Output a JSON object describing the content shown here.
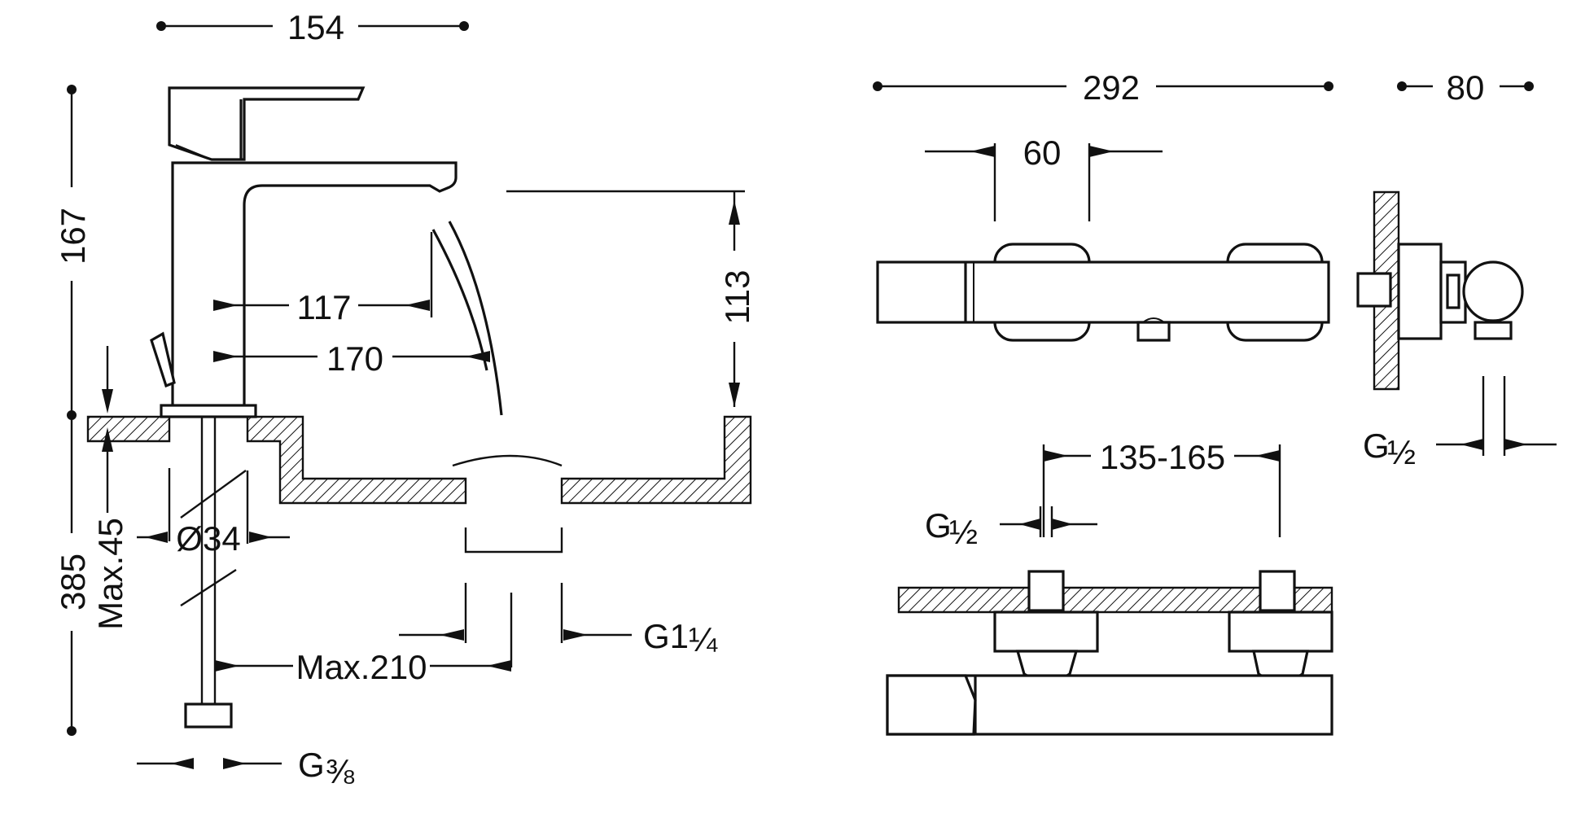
{
  "dimensions": {
    "basin_width": "154",
    "basin_height": "167",
    "spout_reach": "117",
    "spout_total": "170",
    "spout_clearance": "113",
    "total_length": "385",
    "max_deck": "Max.45",
    "bore": "Ø34",
    "max_hose": "Max.210",
    "drain_thread_main": "G1",
    "drain_thread_frac": "¼",
    "supply_thread_main": "G",
    "supply_thread_frac": "⅜",
    "bath_width": "292",
    "bath_depth": "80",
    "handle_width": "60",
    "centres": "135-165",
    "inlet_thread_main": "G",
    "inlet_thread_frac": "½",
    "outlet_thread_main": "G",
    "outlet_thread_frac": "½"
  },
  "colors": {
    "line": "#111111",
    "background": "#ffffff"
  }
}
